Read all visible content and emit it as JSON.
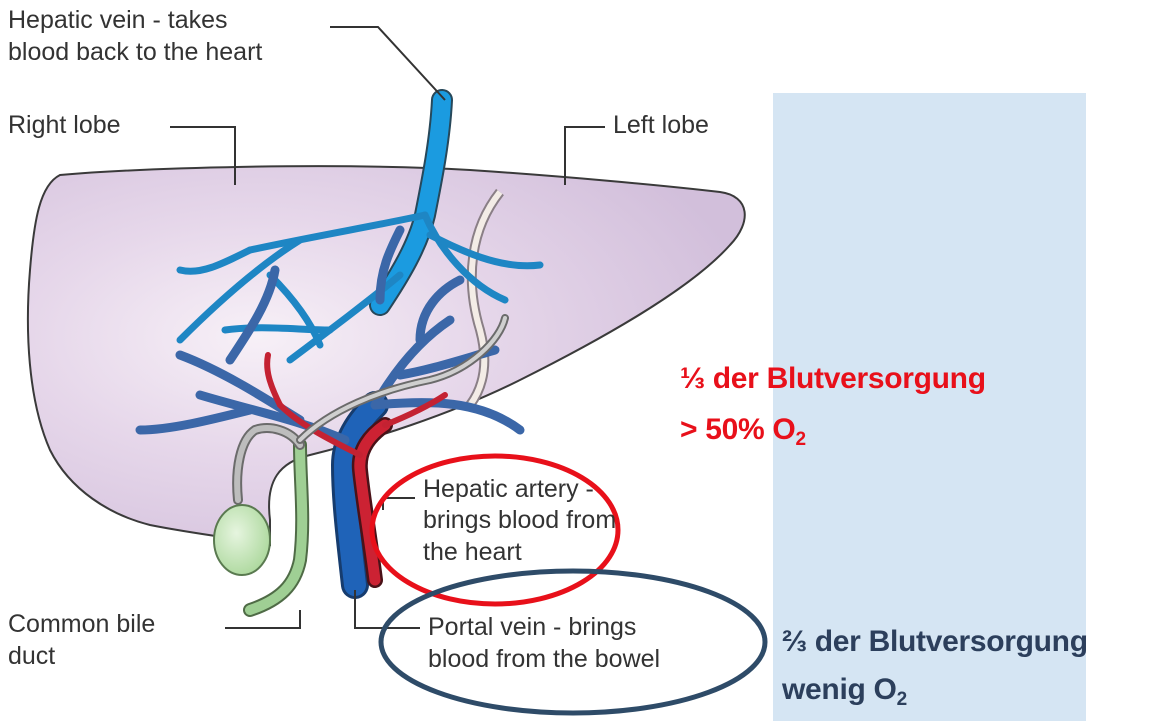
{
  "diagram": {
    "labels": {
      "hepatic_vein": [
        "Hepatic vein - takes",
        "blood back to the heart"
      ],
      "right_lobe": "Right lobe",
      "left_lobe": "Left lobe",
      "hepatic_artery": [
        "Hepatic artery -",
        "brings blood from",
        "the heart"
      ],
      "common_bile_duct": [
        "Common bile",
        "duct"
      ],
      "portal_vein": [
        "Portal vein - brings",
        "blood from the bowel"
      ]
    },
    "notes": {
      "artery_fraction": "⅓ der Blutversorgung",
      "artery_oxygen_prefix": "> 50% O",
      "artery_oxygen_sub": "2",
      "portal_fraction": "⅔ der Blutversorgung",
      "portal_oxygen_prefix": "wenig O",
      "portal_oxygen_sub": "2"
    },
    "colors": {
      "liver_fill": "#dcc9e2",
      "liver_outline": "#3a3a3a",
      "hepatic_vein": "#1b9be0",
      "portal_vein": "#1f63b8",
      "artery": "#cc2233",
      "bile_duct": "#9fcf94",
      "gallbladder": "#b8e0a8",
      "panel": "#d5e5f3",
      "artery_ellipse": "#e8101a",
      "portal_ellipse": "#2e4b68",
      "artery_text": "#e8101a",
      "portal_text": "#2c3f5c"
    }
  }
}
